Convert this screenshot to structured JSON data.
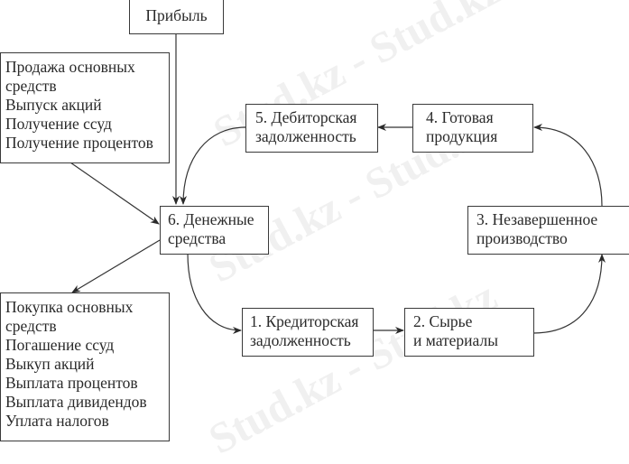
{
  "diagram": {
    "nodes": {
      "profit": {
        "lines": [
          "Прибыль"
        ]
      },
      "inflows": {
        "lines": [
          "Продажа основных",
          "средств",
          "Выпуск акций",
          "Получение ссуд",
          "Получение процентов"
        ]
      },
      "receivables": {
        "lines": [
          "5. Дебиторская",
          "задолженность"
        ]
      },
      "finished_goods": {
        "lines": [
          "4. Готовая",
          "продукция"
        ]
      },
      "cash": {
        "lines": [
          "6. Денежные",
          "средства"
        ]
      },
      "work_in_progress": {
        "lines": [
          "3. Незавершенное",
          "производство"
        ]
      },
      "payables": {
        "lines": [
          "1. Кредиторская",
          "задолженность"
        ]
      },
      "raw_materials": {
        "lines": [
          "2. Сырье",
          "и материалы"
        ]
      },
      "outflows": {
        "lines": [
          "Покупка основных",
          "средств",
          "Погашение ссуд",
          "Выкуп акций",
          "Выплата процентов",
          "Выплата дивидендов",
          "Уплата налогов"
        ]
      }
    },
    "edges": [
      {
        "from": "profit",
        "to": "cash"
      },
      {
        "from": "inflows",
        "to": "cash"
      },
      {
        "from": "receivables",
        "to": "cash"
      },
      {
        "from": "cash",
        "to": "outflows"
      },
      {
        "from": "cash",
        "to": "payables"
      },
      {
        "from": "payables",
        "to": "raw_materials"
      },
      {
        "from": "raw_materials",
        "to": "work_in_progress"
      },
      {
        "from": "work_in_progress",
        "to": "finished_goods"
      },
      {
        "from": "finished_goods",
        "to": "receivables"
      }
    ]
  },
  "watermark": {
    "text": "Stud.kz - Stud.kz"
  }
}
